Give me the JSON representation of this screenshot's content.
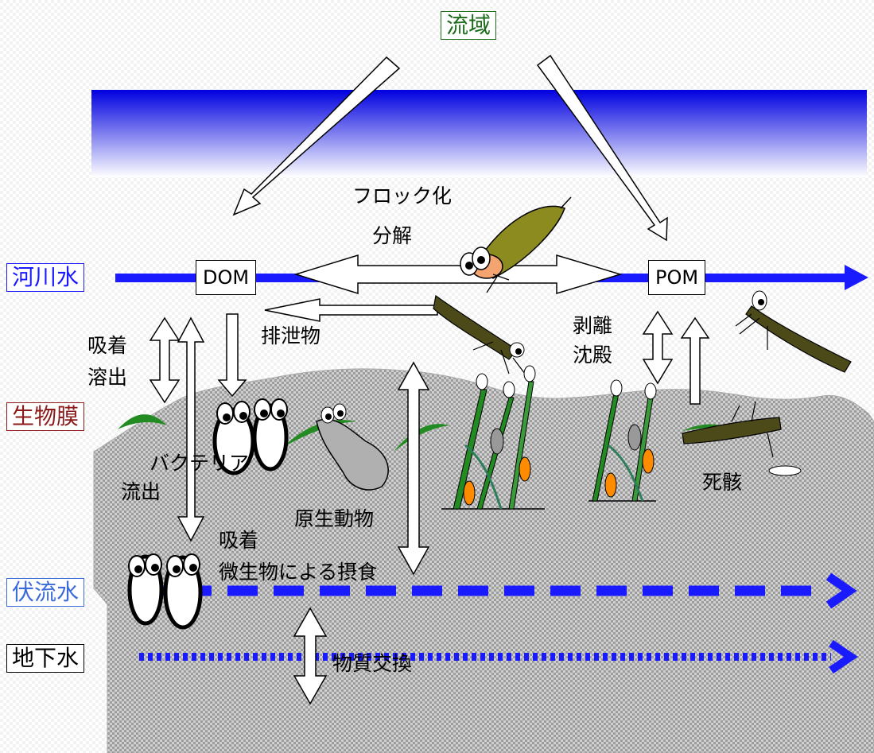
{
  "watershed": {
    "label": "流域",
    "color": "#1a6b1a"
  },
  "water_layers": {
    "river": {
      "label": "河川水",
      "color": "#1a1aff"
    },
    "biofilm": {
      "label": "生物膜",
      "color": "#8b1a1a"
    },
    "hyporheic": {
      "label": "伏流水",
      "color": "#3a6bd8"
    },
    "groundwater": {
      "label": "地下水",
      "color": "#000000"
    }
  },
  "boxes": {
    "dom": "DOM",
    "pom": "POM"
  },
  "process_labels": {
    "flocculation": "フロック化",
    "decomposition": "分解",
    "excretion": "排泄物",
    "adsorption_1": "吸着",
    "elution": "溶出",
    "detachment": "剥離",
    "sedimentation": "沈殿",
    "bacteria": "バクテリア",
    "outflow": "流出",
    "protozoa": "原生動物",
    "adsorption_2": "吸着",
    "microbial_grazing": "微生物による摂食",
    "material_exchange": "物質交換",
    "carcass": "死骸"
  },
  "colors": {
    "sky_top": "#0000e0",
    "sky_bottom": "#ffffff",
    "flow_arrow": "#1a1aff",
    "plant_green": "#228b22",
    "larva_brown": "#4d4a1a"
  }
}
